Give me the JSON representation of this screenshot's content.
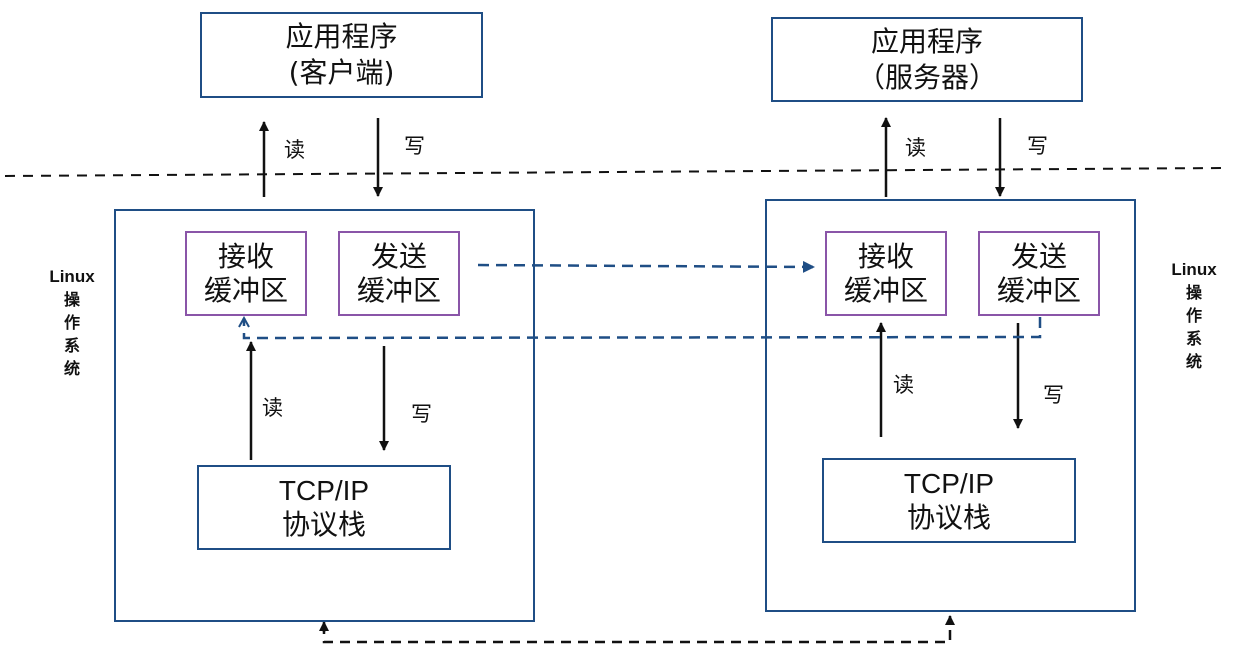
{
  "client": {
    "app_line1": "应用程序",
    "app_line2": "(客户端)",
    "read_top": "读",
    "write_top": "写",
    "recv_line1": "接收",
    "recv_line2": "缓冲区",
    "send_line1": "发送",
    "send_line2": "缓冲区",
    "read_bottom": "读",
    "write_bottom": "写",
    "stack_line1": "TCP/IP",
    "stack_line2": "协议栈",
    "os_label": [
      "Linux",
      "操",
      "作",
      "系",
      "统"
    ]
  },
  "server": {
    "app_line1": "应用程序",
    "app_line2": "（服务器）",
    "read_top": "读",
    "write_top": "写",
    "recv_line1": "接收",
    "recv_line2": "缓冲区",
    "send_line1": "发送",
    "send_line2": "缓冲区",
    "read_bottom": "读",
    "write_bottom": "写",
    "stack_line1": "TCP/IP",
    "stack_line2": "协议栈",
    "os_label": [
      "Linux",
      "操",
      "作",
      "系",
      "统"
    ]
  },
  "colors": {
    "box_border": "#1f4e85",
    "buffer_border": "#8a55a8",
    "dashed_flow": "#1f4e85",
    "arrow": "#111111"
  }
}
